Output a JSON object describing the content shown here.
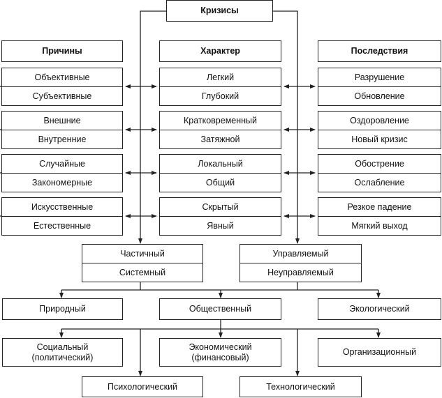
{
  "root": "Кризисы",
  "columns": [
    {
      "header": "Причины",
      "pairs": [
        [
          "Объективные",
          "Субъективные"
        ],
        [
          "Внешние",
          "Внутренние"
        ],
        [
          "Случайные",
          "Закономерные"
        ],
        [
          "Искусственные",
          "Естественные"
        ]
      ]
    },
    {
      "header": "Характер",
      "pairs": [
        [
          "Легкий",
          "Глубокий"
        ],
        [
          "Кратковременный",
          "Затяжной"
        ],
        [
          "Локальный",
          "Общий"
        ],
        [
          "Скрытый",
          "Явный"
        ]
      ]
    },
    {
      "header": "Последствия",
      "pairs": [
        [
          "Разрушение",
          "Обновление"
        ],
        [
          "Оздоровление",
          "Новый кризис"
        ],
        [
          "Обострение",
          "Ослабление"
        ],
        [
          "Резкое падение",
          "Мягкий выход"
        ]
      ]
    }
  ],
  "scope": [
    "Частичный",
    "Системный"
  ],
  "control": [
    "Управляемый",
    "Неуправляемый"
  ],
  "types": [
    "Природный",
    "Общественный",
    "Экологический"
  ],
  "social_types": [
    "Социальный (политический)",
    "Экономический (финансовый)",
    "Организационный"
  ],
  "bottom": [
    "Психологический",
    "Технологический"
  ]
}
